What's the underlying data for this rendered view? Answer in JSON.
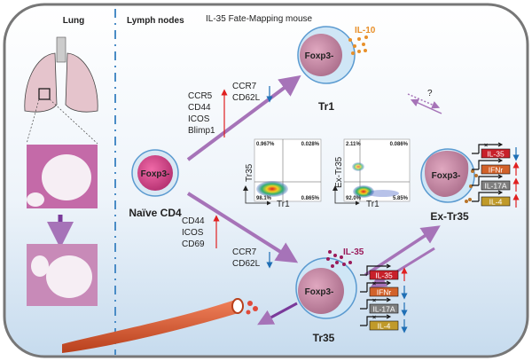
{
  "headers": {
    "lung": "Lung",
    "lymph_nodes": "Lymph nodes",
    "title": "IL-35 Fate-Mapping mouse"
  },
  "cells": {
    "naive": {
      "marker": "Foxp3-",
      "label": "Naïve CD4"
    },
    "tr1": {
      "marker": "Foxp3-",
      "label": "Tr1",
      "cytokine": "IL-10"
    },
    "tr35": {
      "marker": "Foxp3-",
      "label": "Tr35",
      "cytokine": "IL-35"
    },
    "extr35": {
      "marker": "Foxp3-",
      "label": "Ex-Tr35"
    }
  },
  "markers": {
    "to_tr1_up": [
      "CCR5",
      "CD44",
      "ICOS",
      "Blimp1"
    ],
    "to_tr1_down": [
      "CCR7",
      "CD62L"
    ],
    "to_tr35_up": [
      "CD44",
      "ICOS",
      "CD69"
    ],
    "to_tr35_down": [
      "CCR7",
      "CD62L"
    ]
  },
  "transition_question": "?",
  "flow_plots": [
    {
      "y_axis": "Tr35",
      "x_axis": "Tr1",
      "quadrants": {
        "top_left": "0.967%",
        "top_right": "0.028%",
        "bottom_left": "98.1%",
        "bottom_right": "0.865%"
      }
    },
    {
      "y_axis": "Ex-Tr35",
      "x_axis": "Tr1",
      "quadrants": {
        "top_left": "2.11%",
        "top_right": "0.086%",
        "bottom_left": "92.0%",
        "bottom_right": "5.85%"
      }
    }
  ],
  "genes_extr35": [
    {
      "name": "IL-35",
      "color": "#c8202a",
      "direction": "down",
      "blocked": true
    },
    {
      "name": "IFNr",
      "color": "#d2622a",
      "direction": "up",
      "blocked": false
    },
    {
      "name": "IL-17A",
      "color": "#808080",
      "direction": "up",
      "blocked": false
    },
    {
      "name": "IL-4",
      "color": "#c09a2a",
      "direction": "up",
      "blocked": false
    }
  ],
  "genes_tr35": [
    {
      "name": "IL-35",
      "color": "#c8202a",
      "direction": "up",
      "blocked": false
    },
    {
      "name": "IFNr",
      "color": "#d2622a",
      "direction": "down",
      "blocked": true
    },
    {
      "name": "IL-17A",
      "color": "#808080",
      "direction": "down",
      "blocked": true
    },
    {
      "name": "IL-4",
      "color": "#c09a2a",
      "direction": "down",
      "blocked": true
    }
  ],
  "colors": {
    "up": "#e02020",
    "down": "#1f6fb5",
    "arrow": "#a673b8",
    "cell_body": "#c98aa8",
    "border": "#777777"
  }
}
